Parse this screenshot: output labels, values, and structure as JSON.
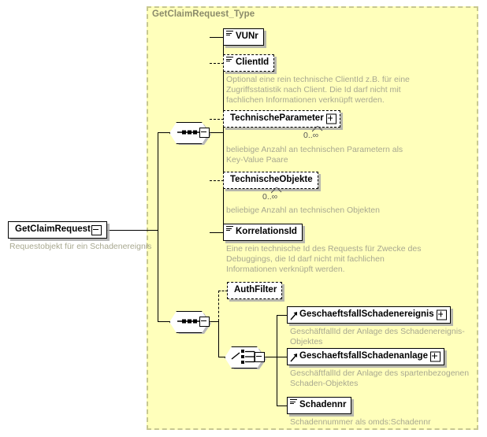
{
  "diagram": {
    "kind": "xsd-schema-diagram",
    "root": {
      "name": "GetClaimRequest",
      "description": "Requestobjekt für ein Schadenereignis",
      "collapse_control": "minus",
      "border": "solid"
    },
    "type_panel": {
      "title": "GetClaimRequest_Type",
      "background": "#ffffbb",
      "border_color": "#c8c890"
    },
    "compositors": [
      {
        "id": "sequence-1",
        "kind": "sequence",
        "icon": "sequence-icon",
        "collapse_control": "minus"
      },
      {
        "id": "sequence-2",
        "kind": "sequence",
        "icon": "sequence-icon",
        "collapse_control": "minus",
        "optional": true
      },
      {
        "id": "choice-1",
        "kind": "choice",
        "icon": "choice-icon",
        "collapse_control": "minus"
      }
    ],
    "nodes": [
      {
        "id": "vunr",
        "name": "VUNr",
        "border": "solid",
        "optional": false,
        "glyph": "sequence-lines-icon",
        "expandable": false,
        "occurrence": "",
        "description": ""
      },
      {
        "id": "clientid",
        "name": "ClientId",
        "border": "dashed",
        "optional": true,
        "glyph": "sequence-lines-icon",
        "expandable": false,
        "occurrence": "",
        "description": "Optional eine rein technische ClientId z.B. für eine\nZugriffsstatistik nach Client. Die Id darf nicht mit\nfachlichen Informationen verknüpft werden."
      },
      {
        "id": "technischeparameter",
        "name": "TechnischeParameter",
        "border": "dashed",
        "optional": true,
        "glyph": "",
        "expandable": true,
        "occurrence": "0..∞",
        "description": "beliebige Anzahl an technischen Parametern als\nKey-Value Paare"
      },
      {
        "id": "technischeobjekte",
        "name": "TechnischeObjekte",
        "border": "dashed",
        "optional": true,
        "glyph": "",
        "expandable": false,
        "occurrence": "0..∞",
        "description": "beliebige Anzahl an technischen Objekten"
      },
      {
        "id": "korrelationsid",
        "name": "KorrelationsId",
        "border": "solid",
        "optional": false,
        "glyph": "sequence-lines-icon",
        "expandable": false,
        "occurrence": "",
        "description": "Eine rein technische Id des Requests für Zwecke des\nDebuggings, die Id darf nicht mit fachlichen\nInformationen verknüpft werden."
      },
      {
        "id": "authfilter",
        "name": "AuthFilter",
        "border": "dashed",
        "optional": true,
        "glyph": "",
        "expandable": false,
        "occurrence": "",
        "description": ""
      },
      {
        "id": "geschaeftsfallschadenereignis",
        "name": "GeschaeftsfallSchadenereignis",
        "border": "solid",
        "optional": false,
        "glyph": "reference-arrow-icon",
        "expandable": true,
        "occurrence": "",
        "description": "GeschäftfallId der Anlage des Schadenereignis-Objektes"
      },
      {
        "id": "geschaeftsfallschadenanlage",
        "name": "GeschaeftsfallSchadenanlage",
        "border": "solid",
        "optional": false,
        "glyph": "reference-arrow-icon",
        "expandable": true,
        "occurrence": "",
        "description": "GeschäftfallId der Anlage des spartenbezogenen\nSchaden-Objektes"
      },
      {
        "id": "schadennr",
        "name": "Schadennr",
        "border": "solid",
        "optional": false,
        "glyph": "sequence-lines-icon",
        "expandable": false,
        "occurrence": "",
        "description": "Schadennummer als omds:Schadennr"
      }
    ]
  }
}
